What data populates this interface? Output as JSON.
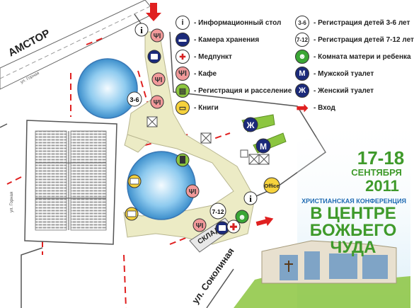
{
  "map": {
    "org_label": "АМСТОР",
    "street_label": "ул. Соколиная",
    "street_small_top": "ул. Горная",
    "street_small_left": "ул. Горная",
    "storage_label": "СКЛАД",
    "office_label": "Office",
    "marker_kids_3_6": "3-6",
    "marker_kids_7_12": "7-12",
    "marker_men": "М",
    "marker_women": "Ж",
    "marker_info": "i"
  },
  "legend": {
    "left": [
      {
        "icon": "info-icon",
        "symbol": "i",
        "label": "- Информационный стол",
        "bg": "#ffffff",
        "fg": "#222222"
      },
      {
        "icon": "luggage-icon",
        "symbol": "▬",
        "label": "- Камера хранения",
        "bg": "#1b2a7a",
        "fg": "#ffffff"
      },
      {
        "icon": "medical-cross-icon",
        "symbol": "✚",
        "label": "- Медпункт",
        "bg": "#ffffff",
        "fg": "#d62020"
      },
      {
        "icon": "cafe-icon",
        "symbol": "ΨΙ",
        "label": "- Кафе",
        "bg": "#f29a9a",
        "fg": "#333333"
      },
      {
        "icon": "building-icon",
        "symbol": "▤",
        "label": "- Регистрация и расселение",
        "bg": "#8cc63f",
        "fg": "#333333"
      },
      {
        "icon": "book-icon",
        "symbol": "▭",
        "label": "- Книги",
        "bg": "#f6d23c",
        "fg": "#333333"
      }
    ],
    "right": [
      {
        "icon": "kids-3-6-icon",
        "symbol": "3-6",
        "label": "- Регистрация детей 3-6 лет",
        "bg": "#ffffff",
        "fg": "#222222"
      },
      {
        "icon": "kids-7-12-icon",
        "symbol": "7-12",
        "label": "- Регистрация детей 7-12 лет",
        "bg": "#ffffff",
        "fg": "#222222"
      },
      {
        "icon": "mother-child-icon",
        "symbol": "☻",
        "label": "- Комната матери и ребенка",
        "bg": "#3aa635",
        "fg": "#ffffff"
      },
      {
        "icon": "men-toilet-icon",
        "symbol": "М",
        "label": "- Мужской туалет",
        "bg": "#1b2a7a",
        "fg": "#ffffff"
      },
      {
        "icon": "women-toilet-icon",
        "symbol": "Ж",
        "label": "- Женский туалет",
        "bg": "#1b2a7a",
        "fg": "#ffffff"
      },
      {
        "icon": "entrance-arrow-icon",
        "symbol": "➡",
        "label": "- Вход",
        "bg": "transparent",
        "fg": "#e02020"
      }
    ]
  },
  "event": {
    "dates": "17-18",
    "month": "СЕНТЯБРЯ",
    "year": "2011",
    "subtitle": "Христианская конференция",
    "title_line1": "В ЦЕНТРЕ",
    "title_line2": "БОЖЬЕГО",
    "title_line3": "ЧУДА"
  },
  "colors": {
    "grass": "#8cc63f",
    "event_green": "#3f9a2b",
    "event_blue": "#1f6bb3",
    "entrance_red": "#e02020",
    "path_fill": "#ecebc5",
    "navy": "#1b2a7a"
  }
}
